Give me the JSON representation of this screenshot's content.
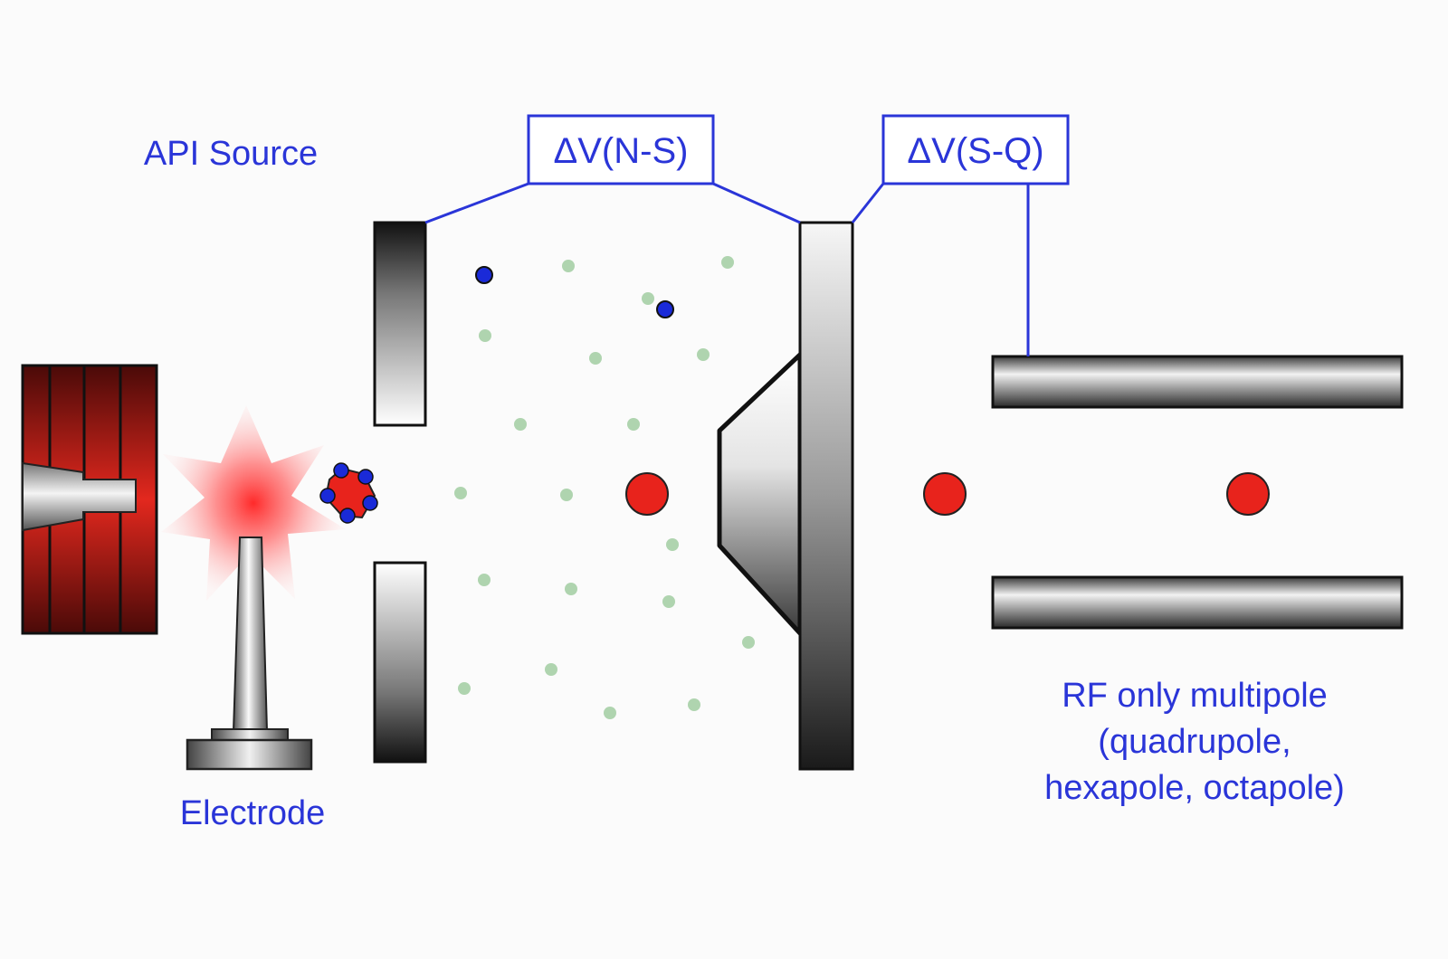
{
  "labels": {
    "api_source": "API Source",
    "electrode": "Electrode",
    "dv_ns": "ΔV(N-S)",
    "dv_sq": "ΔV(S-Q)",
    "rf_line1": "RF only multipole",
    "rf_line2": "(quadrupole,",
    "rf_line3": "hexapole, octapole)"
  },
  "colors": {
    "label_blue": "#2a35d8",
    "ion_red": "#e8231c",
    "neutral_green": "#a6cfa6",
    "charge_blue": "#1a2ad8",
    "heater_red": "#c8201a"
  }
}
